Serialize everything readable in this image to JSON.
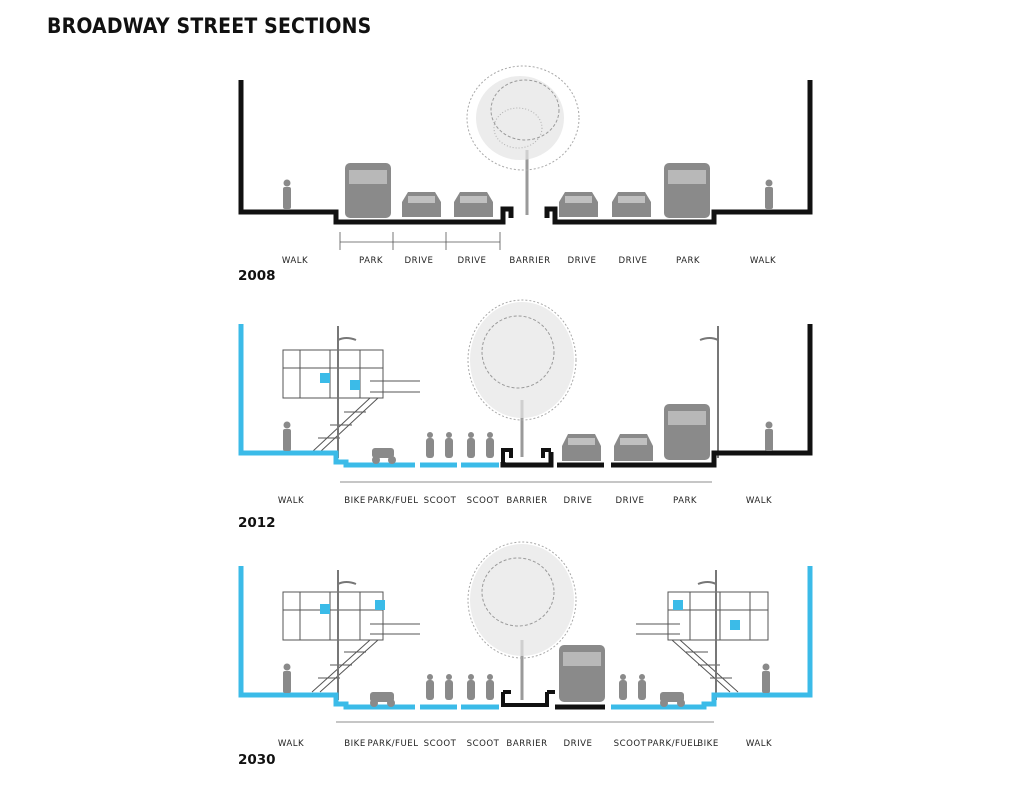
{
  "title": "BROADWAY STREET SECTIONS",
  "colors": {
    "existing": "#111111",
    "proposed": "#3bbbe8",
    "vehicle": "#8a8a8a",
    "tree": "#9a9a9a"
  },
  "sections": [
    {
      "year": "2008",
      "labels": [
        "WALK",
        "PARK",
        "DRIVE",
        "DRIVE",
        "BARRIER",
        "DRIVE",
        "DRIVE",
        "PARK",
        "WALK"
      ]
    },
    {
      "year": "2012",
      "labels": [
        "WALK",
        "BIKE",
        "PARK/FUEL",
        "SCOOT",
        "SCOOT",
        "BARRIER",
        "DRIVE",
        "DRIVE",
        "PARK",
        "WALK"
      ]
    },
    {
      "year": "2030",
      "labels": [
        "WALK",
        "BIKE",
        "PARK/FUEL",
        "SCOOT",
        "SCOOT",
        "BARRIER",
        "DRIVE",
        "SCOOT",
        "PARK/FUEL",
        "BIKE",
        "WALK"
      ]
    }
  ]
}
